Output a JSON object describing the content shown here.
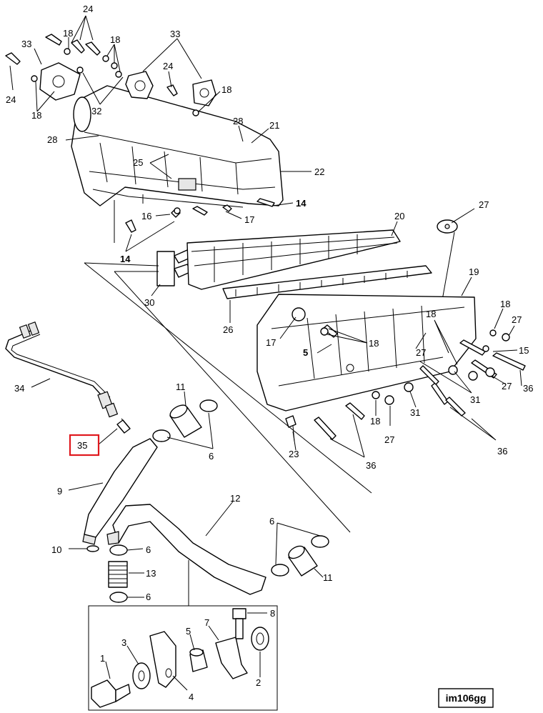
{
  "diagram": {
    "reference_code": "im106gg",
    "highlighted_callout": "35",
    "callouts": [
      {
        "id": "c24a",
        "label": "24"
      },
      {
        "id": "c18a",
        "label": "18"
      },
      {
        "id": "c18b",
        "label": "18"
      },
      {
        "id": "c33a",
        "label": "33"
      },
      {
        "id": "c33b",
        "label": "33"
      },
      {
        "id": "c24b",
        "label": "24"
      },
      {
        "id": "c24c",
        "label": "24"
      },
      {
        "id": "c18c",
        "label": "18"
      },
      {
        "id": "c18d",
        "label": "18"
      },
      {
        "id": "c32",
        "label": "32"
      },
      {
        "id": "c28a",
        "label": "28"
      },
      {
        "id": "c28b",
        "label": "28"
      },
      {
        "id": "c21",
        "label": "21"
      },
      {
        "id": "c25",
        "label": "25"
      },
      {
        "id": "c22",
        "label": "22"
      },
      {
        "id": "c14a",
        "label": "14",
        "bold": true
      },
      {
        "id": "c16",
        "label": "16"
      },
      {
        "id": "c17a",
        "label": "17"
      },
      {
        "id": "c14b",
        "label": "14",
        "bold": true
      },
      {
        "id": "c20",
        "label": "20"
      },
      {
        "id": "c27a",
        "label": "27"
      },
      {
        "id": "c30",
        "label": "30"
      },
      {
        "id": "c19",
        "label": "19"
      },
      {
        "id": "c26",
        "label": "26"
      },
      {
        "id": "c17b",
        "label": "17"
      },
      {
        "id": "c18e",
        "label": "18"
      },
      {
        "id": "c27b",
        "label": "27"
      },
      {
        "id": "c18f",
        "label": "18"
      },
      {
        "id": "c5a",
        "label": "5",
        "bold": true
      },
      {
        "id": "c18g",
        "label": "18"
      },
      {
        "id": "c27c",
        "label": "27"
      },
      {
        "id": "c15",
        "label": "15"
      },
      {
        "id": "c36a",
        "label": "36"
      },
      {
        "id": "c27d",
        "label": "27"
      },
      {
        "id": "c31a",
        "label": "31"
      },
      {
        "id": "c31b",
        "label": "31"
      },
      {
        "id": "c18h",
        "label": "18"
      },
      {
        "id": "c27e",
        "label": "27"
      },
      {
        "id": "c34",
        "label": "34"
      },
      {
        "id": "c11a",
        "label": "11"
      },
      {
        "id": "c35",
        "label": "35"
      },
      {
        "id": "c6a",
        "label": "6"
      },
      {
        "id": "c23",
        "label": "23"
      },
      {
        "id": "c36b",
        "label": "36"
      },
      {
        "id": "c36c",
        "label": "36"
      },
      {
        "id": "c9",
        "label": "9"
      },
      {
        "id": "c12",
        "label": "12"
      },
      {
        "id": "c6b",
        "label": "6"
      },
      {
        "id": "c10",
        "label": "10"
      },
      {
        "id": "c6c",
        "label": "6"
      },
      {
        "id": "c13",
        "label": "13"
      },
      {
        "id": "c6d",
        "label": "6"
      },
      {
        "id": "c11b",
        "label": "11"
      },
      {
        "id": "c8",
        "label": "8"
      },
      {
        "id": "c7",
        "label": "7"
      },
      {
        "id": "c3",
        "label": "3"
      },
      {
        "id": "c5b",
        "label": "5"
      },
      {
        "id": "c1",
        "label": "1"
      },
      {
        "id": "c2",
        "label": "2"
      },
      {
        "id": "c4",
        "label": "4"
      }
    ]
  }
}
